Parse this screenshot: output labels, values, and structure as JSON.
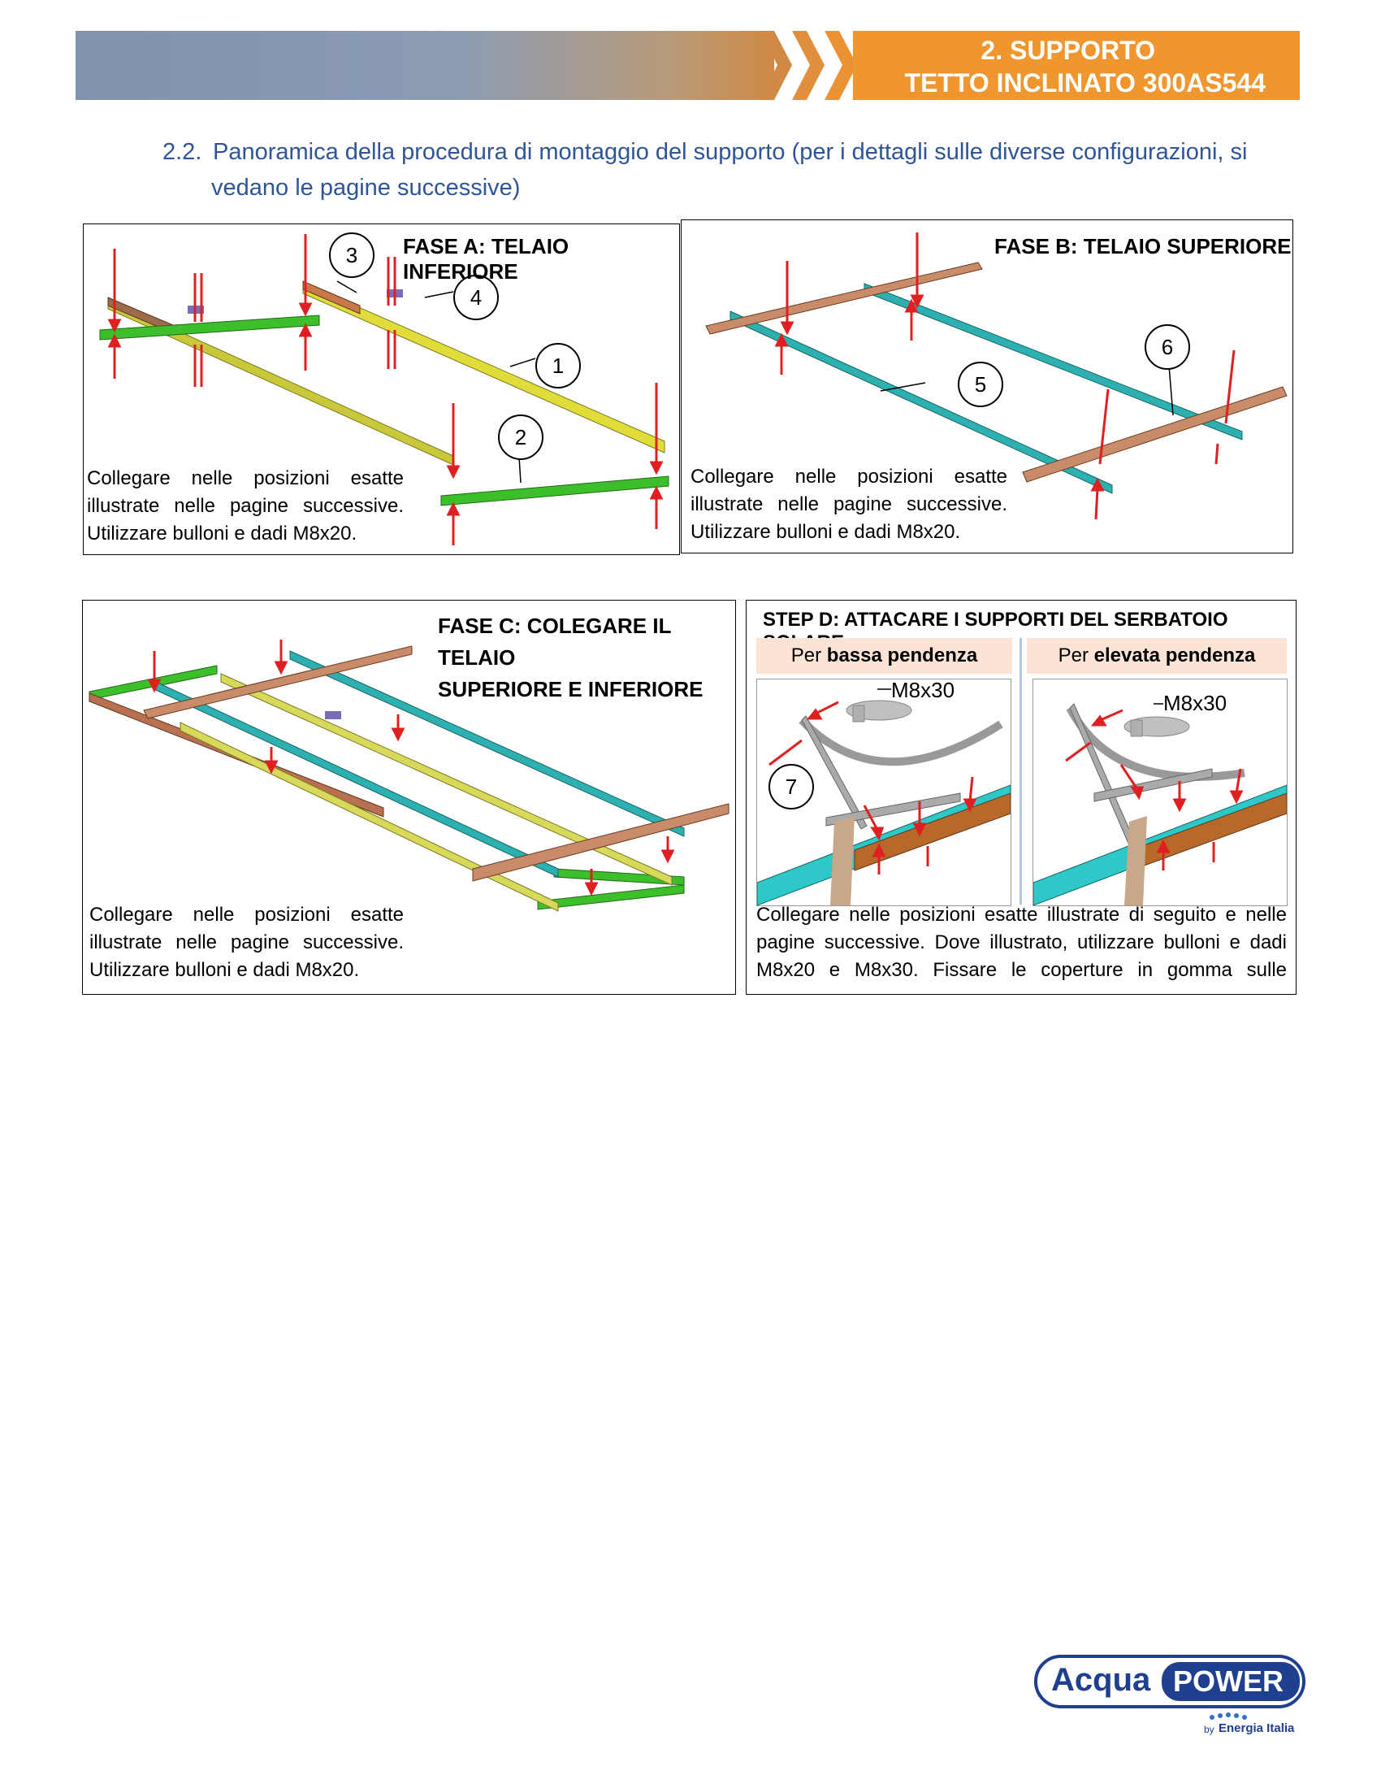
{
  "header": {
    "line1": "2. SUPPORTO",
    "line2": "TETTO INCLINATO  300AS544",
    "colors": {
      "bar_start": "#7f93ad",
      "accent": "#f0962f"
    }
  },
  "section": {
    "number": "2.2.",
    "title_line1": "Panoramica della procedura di montaggio del supporto (per i dettagli sulle diverse configurazioni, si",
    "title_line2": "vedano le pagine successive)"
  },
  "panel_a": {
    "title": "FASE A: TELAIO INFERIORE",
    "callouts": [
      "3",
      "4",
      "1",
      "2"
    ],
    "caption_l1": "Collegare nelle posizioni esatte",
    "caption_l2": "illustrate nelle pagine successive.",
    "caption_l3": "Utilizzare bulloni e dadi M8x20."
  },
  "panel_b": {
    "title": "FASE B: TELAIO SUPERIORE",
    "callouts": [
      "6",
      "5"
    ],
    "caption_l1": "Collegare nelle posizioni esatte",
    "caption_l2": "illustrate nelle pagine successive.",
    "caption_l3": "Utilizzare bulloni e dadi M8x20."
  },
  "panel_c": {
    "title_l1": "FASE C: COLEGARE IL TELAIO",
    "title_l2": "SUPERIORE E INFERIORE",
    "caption_l1": "Collegare nelle posizioni esatte",
    "caption_l2": "illustrate nelle pagine successive.",
    "caption_l3": "Utilizzare bulloni e dadi M8x20."
  },
  "panel_d": {
    "title": "STEP D: ATTACARE I SUPPORTI DEL SERBATOIO SOLARE",
    "low": {
      "prefix": "Per ",
      "bold": "bassa pendenza"
    },
    "high": {
      "prefix": "Per ",
      "bold": "elevata pendenza"
    },
    "bolt_label": "M8x30",
    "callout": "7",
    "caption_l1": "Collegare nelle posizioni esatte illustrate di seguito e nelle",
    "caption_l2": "pagine successive. Dove illustrato, utilizzare bulloni e dadi",
    "caption_l3": "M8x20  e  M8x30.  Fissare  le  coperture  in  gomma  sulle"
  },
  "logo": {
    "word1": "Acqua",
    "word2": "POWER",
    "by": "by",
    "brand": "Energia Italia"
  }
}
